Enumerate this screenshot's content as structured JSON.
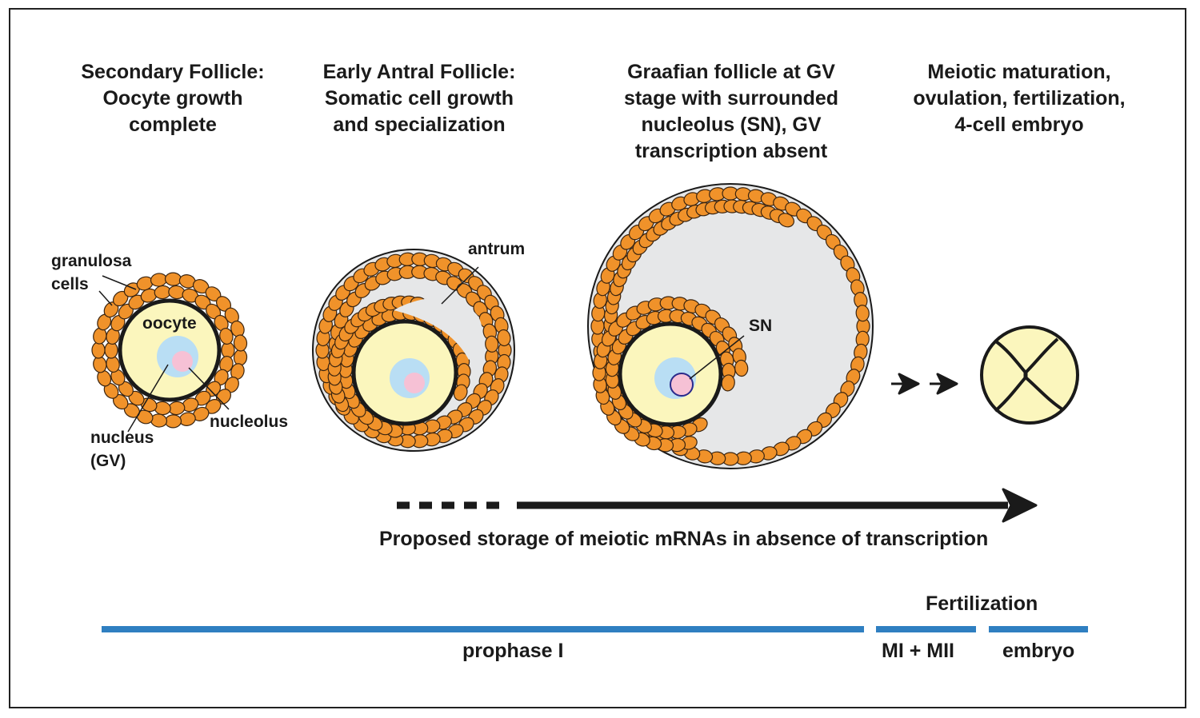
{
  "titles": [
    {
      "lines": [
        "Secondary Follicle:",
        "Oocyte growth",
        "complete"
      ]
    },
    {
      "lines": [
        "Early Antral Follicle:",
        "Somatic cell growth",
        "and specialization"
      ]
    },
    {
      "lines": [
        "Graafian follicle at GV",
        "stage with surrounded",
        "nucleolus (SN), GV",
        "transcription absent"
      ]
    },
    {
      "lines": [
        "Meiotic maturation,",
        "ovulation, fertilization,",
        "4-cell embryo"
      ]
    }
  ],
  "labels": {
    "granulosa": [
      "granulosa",
      "cells"
    ],
    "oocyte": "oocyte",
    "nucleus": [
      "nucleus",
      "(GV)"
    ],
    "nucleolus": "nucleolus",
    "antrum": "antrum",
    "sn": "SN"
  },
  "arrow_caption": "Proposed storage of meiotic mRNAs in absence of transcription",
  "timeline": {
    "fertilization": "Fertilization",
    "prophase": "prophase I",
    "mi_mii": "MI + MII",
    "embryo": "embryo"
  },
  "colors": {
    "granulosa_fill": "#f0922a",
    "oocyte_fill": "#fbf6bd",
    "nucleus_fill": "#b9def4",
    "nucleolus_fill": "#f6c1d5",
    "antrum_fill": "#e6e7e8",
    "timeline_blue": "#2f7fc1",
    "outline": "#1a1a1a"
  }
}
